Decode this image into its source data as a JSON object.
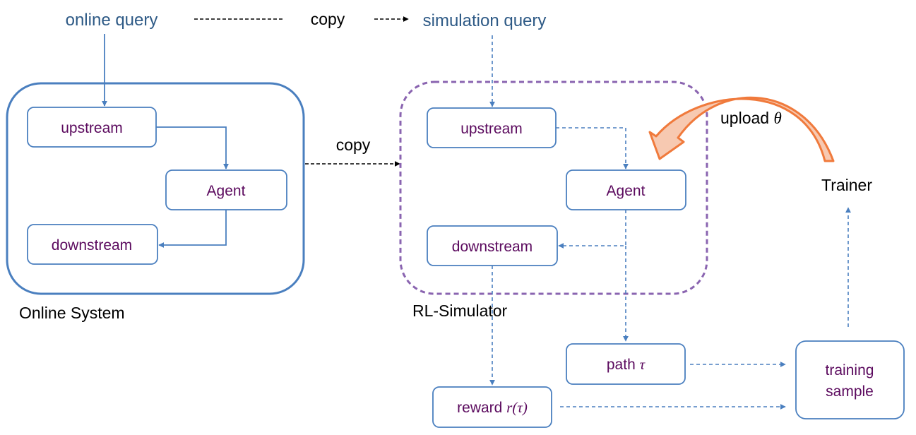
{
  "queries": {
    "online": "online query",
    "simulation": "simulation query",
    "copy_top": "copy"
  },
  "online_system": {
    "label": "Online System",
    "upstream": "upstream",
    "agent": "Agent",
    "downstream": "downstream"
  },
  "copy_middle": "copy",
  "simulator": {
    "label": "RL-Simulator",
    "upstream": "upstream",
    "agent": "Agent",
    "downstream": "downstream"
  },
  "path": {
    "prefix": "path ",
    "symbol": "τ"
  },
  "reward": {
    "prefix": "reward ",
    "symbol": "r(τ)"
  },
  "training_sample": {
    "line1": "training",
    "line2": "sample"
  },
  "trainer": "Trainer",
  "upload": {
    "prefix": "upload ",
    "symbol": "θ"
  },
  "colors": {
    "node_border": "#4a7fbf",
    "node_text": "#5b0a5e",
    "query_text": "#2e5a86",
    "simulator_border": "#8a64b0",
    "upload_arrow_fill": "#f7c9b1",
    "upload_arrow_stroke": "#f07a3c"
  }
}
